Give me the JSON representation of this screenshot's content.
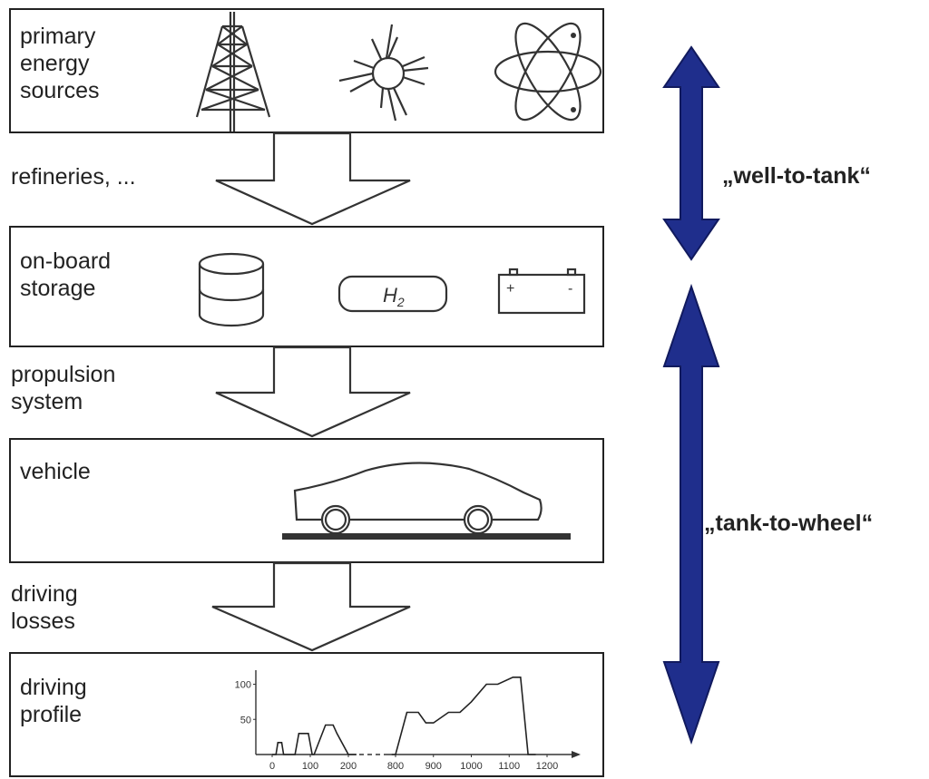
{
  "boxes": {
    "primary": {
      "label": "primary\nenergy\nsources",
      "icons": [
        "oil-derrick-icon",
        "sun-icon",
        "atom-icon"
      ]
    },
    "storage": {
      "label": "on-board\nstorage",
      "icons": [
        "tank-cylinder-icon",
        "hydrogen-tank-icon",
        "battery-icon"
      ],
      "h2_text": "H",
      "h2_subscript": "2",
      "battery_plus": "+",
      "battery_minus": "-"
    },
    "vehicle": {
      "label": "vehicle",
      "icons": [
        "car-icon"
      ]
    },
    "profile": {
      "label": "driving\nprofile"
    }
  },
  "steps": {
    "refineries": "refineries, ...",
    "propulsion": "propulsion\nsystem",
    "losses": "driving\nlosses"
  },
  "side_arrows": {
    "well_to_tank": "„well-to-tank“",
    "tank_to_wheel": "„tank-to-wheel“",
    "color": "#1f2e8c"
  },
  "chart_data": {
    "type": "line",
    "title": "",
    "xlabel": "",
    "ylabel": "",
    "x_ticks": [
      "0",
      "100",
      "200",
      "800",
      "900",
      "1000",
      "1100",
      "1200"
    ],
    "y_ticks": [
      "50",
      "100"
    ],
    "segments": [
      {
        "x": [
          0,
          10,
          15,
          25,
          30,
          60,
          70,
          95,
          105,
          110,
          140,
          160,
          170,
          200,
          220
        ],
        "y": [
          0,
          0,
          17,
          17,
          0,
          0,
          30,
          30,
          0,
          0,
          42,
          42,
          30,
          0,
          0
        ]
      },
      {
        "x": [
          790,
          800,
          830,
          860,
          880,
          900,
          940,
          970,
          1000,
          1040,
          1070,
          1110,
          1130,
          1150,
          1170
        ],
        "y": [
          0,
          0,
          60,
          60,
          45,
          45,
          60,
          60,
          75,
          100,
          100,
          110,
          110,
          0,
          0
        ]
      }
    ]
  }
}
